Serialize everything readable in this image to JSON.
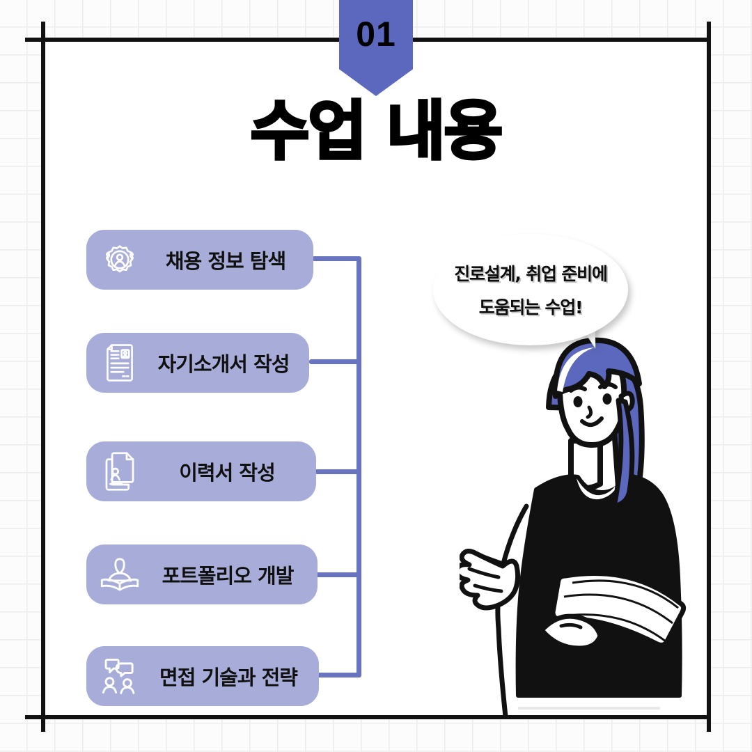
{
  "banner": {
    "number": "01",
    "color": "#5b68bd"
  },
  "page_title": "수업 내용",
  "theme": {
    "pill_fill": "#a7add8",
    "connector": "#6874c0",
    "accent": "#5b68bd",
    "ink": "#111111",
    "paper": "#ffffff",
    "grid_line": "#ededed",
    "hair": "#5b68bd"
  },
  "curriculum": {
    "items": [
      {
        "icon": "gear-person-icon",
        "label": "채용 정보 탐색"
      },
      {
        "icon": "resume-document-icon",
        "label": "자기소개서 작성"
      },
      {
        "icon": "stacked-documents-icon",
        "label": "이력서 작성"
      },
      {
        "icon": "person-book-icon",
        "label": "포트폴리오 개발"
      },
      {
        "icon": "interview-people-icon",
        "label": "면접 기술과 전략"
      }
    ]
  },
  "speech_bubble": {
    "line1": "진로설계, 취업 준비에",
    "line2": "도움되는 수업!"
  },
  "illustration": {
    "name": "woman-presenting-with-books",
    "hair_color": "#5b68bd",
    "top_color": "#111111"
  }
}
